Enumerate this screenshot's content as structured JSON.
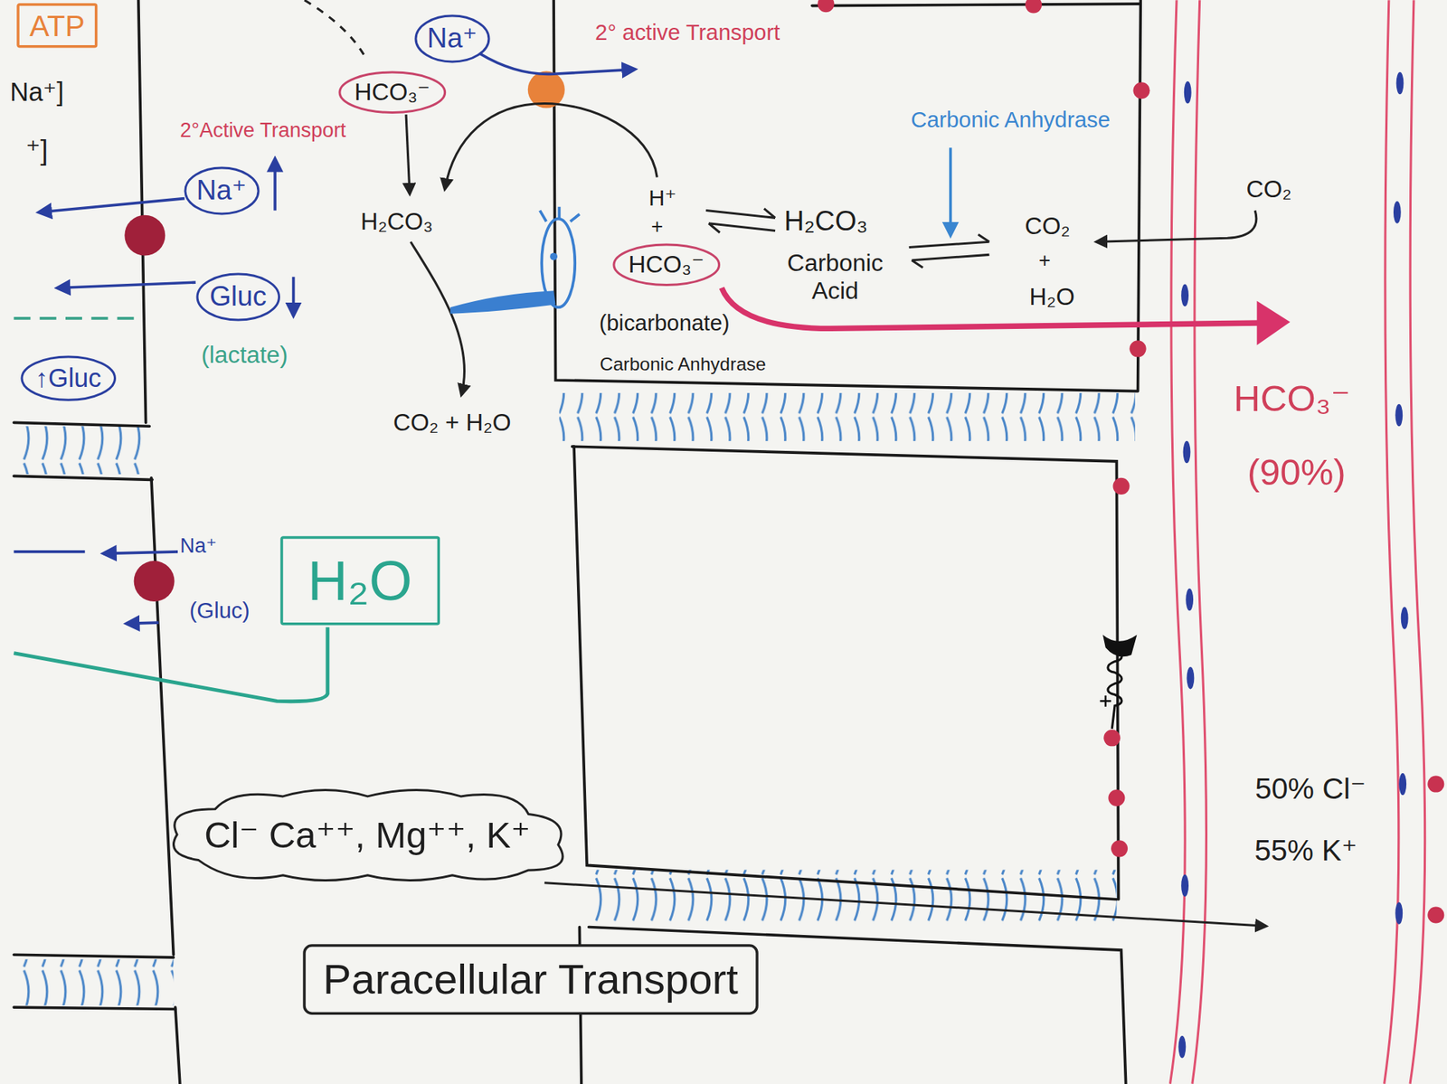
{
  "diagram": {
    "nodes": [
      {
        "text": [
          "ATP"
        ]
      },
      {
        "text": [
          "Na⁺"
        ]
      },
      {
        "text": [
          "HCO₃⁻"
        ]
      },
      {
        "text": [
          "Na⁺"
        ]
      },
      {
        "text": [
          "Gluc"
        ]
      },
      {
        "text": [
          "↑Gluc"
        ]
      },
      {
        "text": [
          "HCO₃⁻"
        ]
      },
      {
        "text": [
          "H₂O"
        ]
      },
      {
        "text": [
          "Cl⁻ Ca⁺⁺, Mg⁺⁺, K⁺"
        ]
      },
      {
        "text": [
          "Paracellular Transport"
        ]
      }
    ],
    "labels": [
      "2° active Transport",
      "Na⁺]",
      "Carbonic Anhydrase",
      "2°Active Transport",
      "⁺]",
      "CO₂",
      "H⁺",
      "H₂CO₃",
      "H₂CO₃",
      "CO₂",
      "+",
      "+",
      "Carbonic Acid",
      "H₂O",
      "(bicarbonate)",
      "(lactate)",
      "Carbonic Anhydrase",
      "HCO₃⁻",
      "CO₂ + H₂O",
      "(90%)",
      "Na⁺",
      "(Gluc)",
      "50% Cl⁻",
      "55% K⁺"
    ]
  }
}
